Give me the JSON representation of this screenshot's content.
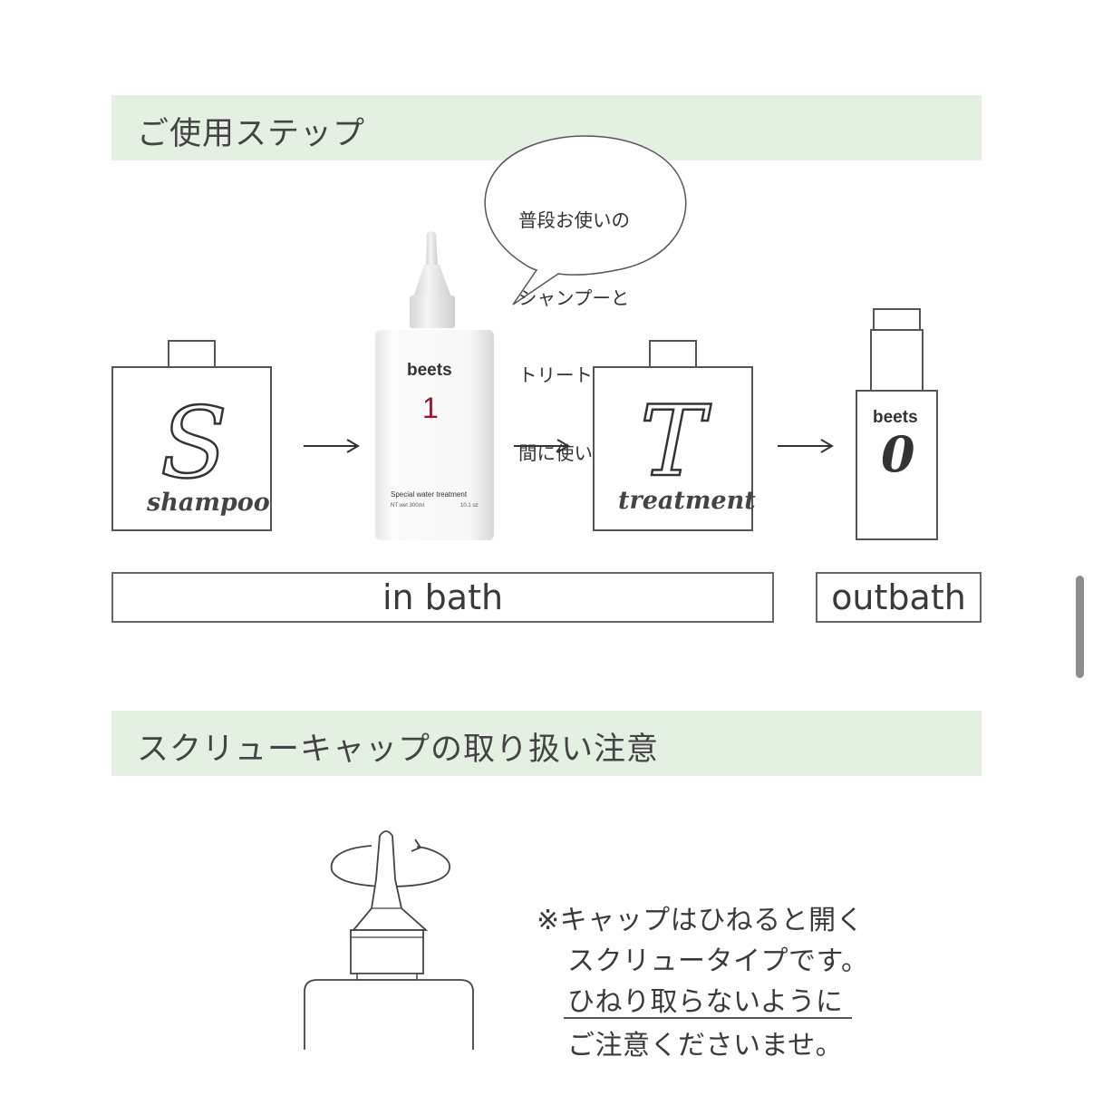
{
  "steps_section": {
    "heading": "ご使用ステップ",
    "speech_bubble_lines": [
      "普段お使いの",
      "シャンプーと",
      "トリートメントの",
      "間に使います!"
    ],
    "steps": [
      {
        "letter": "S",
        "label": "shampoo"
      },
      {
        "brand": "beets",
        "number": "1",
        "small_text_1": "Special water treatment",
        "small_text_2": "NT wet 300ml",
        "small_text_3": "10.1 oz"
      },
      {
        "letter": "T",
        "label": "treatment"
      },
      {
        "brand": "beets",
        "number": "0"
      }
    ],
    "in_bath_label": "in bath",
    "outbath_label": "outbath"
  },
  "cap_section": {
    "heading": "スクリューキャップの取り扱い注意",
    "note_lines": [
      "※キャップはひねると開く",
      "スクリュータイプです。",
      "ひねり取らないように",
      "ご注意くださいませ。"
    ]
  },
  "colors": {
    "header_bg": "#e3f0e2",
    "accent_number": "#8a1c2b",
    "line": "#555555"
  }
}
